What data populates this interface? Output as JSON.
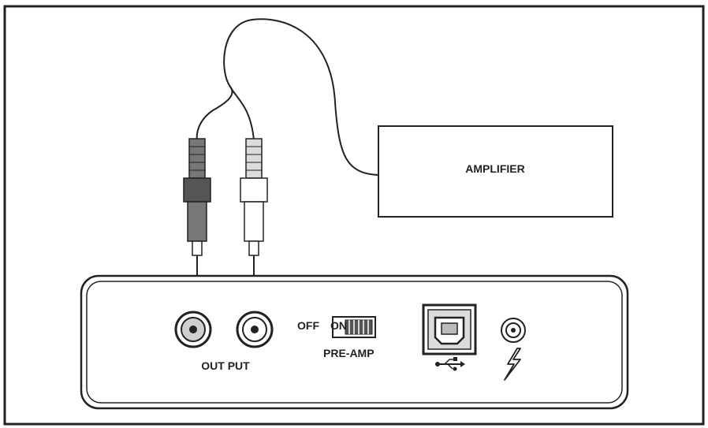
{
  "diagram": {
    "amplifier_label": "AMPLIFIER",
    "output_label": "OUT PUT",
    "switch_off_label": "OFF",
    "switch_on_label": "ON",
    "preamp_label": "PRE-AMP",
    "icons": [
      "usb-icon",
      "power-dc-icon"
    ],
    "colors": {
      "line": "#222222",
      "plug_dark": "#555555",
      "plug_light": "#ffffff",
      "jack_fill": "#cfcfcf"
    }
  }
}
